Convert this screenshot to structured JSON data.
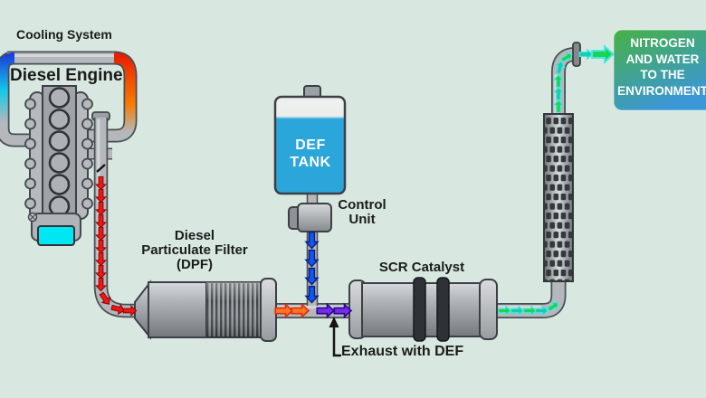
{
  "diagram": {
    "labels": {
      "cooling_system": "Cooling System",
      "diesel_engine": "Diesel Engine",
      "dpf": {
        "line1": "Diesel",
        "line2": "Particulate Filter",
        "line3": "(DPF)"
      },
      "def_tank": {
        "line1": "DEF",
        "line2": "TANK"
      },
      "control_unit": {
        "line1": "Control",
        "line2": "Unit"
      },
      "scr_catalyst": "SCR Catalyst",
      "exhaust_with_def": "Exhaust with DEF",
      "environment": {
        "line1": "NITROGEN",
        "line2": "AND WATER",
        "line3": "TO THE",
        "line4": "ENVIRONMENT"
      }
    },
    "colors": {
      "background": "#d8e8e1",
      "pipe_gray": "#b4b8bc",
      "pipe_outline": "#4a4e52",
      "engine_gray": "#a0a4a8",
      "oil_pan_cyan": "#00e6f2",
      "coolant_cold": "#1b2fd8",
      "coolant_cold2": "#16c8e8",
      "coolant_hot": "#e81800",
      "coolant_hot2": "#f67c00",
      "exhaust_red": "#f01616",
      "exhaust_orange": "#ff7420",
      "def_blue": "#1555f0",
      "exhaust_def_purple": "#7a2ae8",
      "clean_green": "#1dd24d",
      "clean_teal": "#19c9a8",
      "clean_cyan_edge": "#40e8e0",
      "tank_blue": "#2ba6da",
      "env_green": "#46b04a",
      "env_blue": "#3b97d6",
      "text_black": "#1b1b1b",
      "text_white": "#ffffff"
    }
  }
}
